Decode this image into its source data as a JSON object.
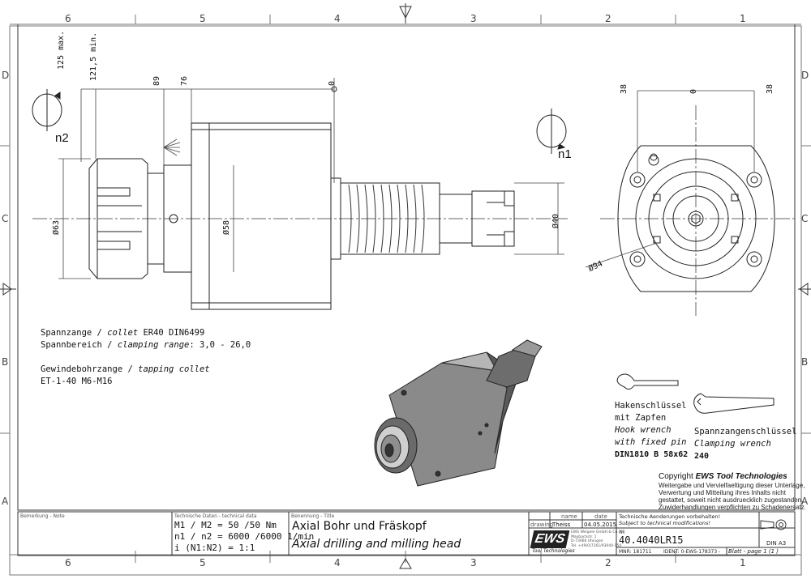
{
  "zones": {
    "top": [
      "6",
      "5",
      "4",
      "3",
      "2",
      "1"
    ],
    "side": [
      "D",
      "C",
      "B",
      "A"
    ]
  },
  "dims": {
    "d125": "125 max.",
    "d121": "121,5 min.",
    "d89": "89",
    "d76": "76",
    "d0": "0",
    "phi63": "Ø63",
    "phi58": "Ø58",
    "phi40": "Ø40",
    "phi94": "Ø94",
    "r38a": "38",
    "r0": "0",
    "r38b": "38",
    "n1": "n1",
    "n2": "n2"
  },
  "notes": {
    "collet_label": "Spannzange /",
    "collet_en": "collet",
    "collet_value": "ER40   DIN6499",
    "range_label": "Spannbereich /",
    "range_en": "clamping range",
    "range_value": ": 3,0 - 26,0",
    "tapping_label": "Gewindebohrzange /",
    "tapping_en": "tapping collet",
    "tapping_value": "ET-1-40  M6-M16"
  },
  "accessories": {
    "hook_de1": "Hakenschlüssel",
    "hook_de2": "mit Zapfen",
    "hook_en1": "Hook wrench",
    "hook_en2": "with fixed pin",
    "hook_code": "DIN1810 B 58x62",
    "clamp_de": "Spannzangenschlüssel",
    "clamp_en": "Clamping wrench",
    "clamp_code": "240"
  },
  "copyright": {
    "brand_prefix": "Copyright ",
    "brand": "EWS Tool Technologies",
    "line1": "Weitergabe und Vervielfaeltigung dieser Unterlage,",
    "line2": "Verwertung und Mitteilung ihres Inhalts nicht",
    "line3": "gestattet, soweit nicht ausdruecklich zugestanden.",
    "line4": "Zuwiderhandlungen verpflichten zu Schadenersatz."
  },
  "title_block": {
    "remark_label": "Bemerkung - Note",
    "tech_label": "Technische Daten - technical data",
    "tech1": "M1 / M2 = 50  /50  Nm",
    "tech2": "n1 / n2 = 6000 /6000  1/min",
    "tech3": "i  (N1:N2) = 1:1",
    "title_label": "Benennung - Title",
    "title_de": "Axial Bohr und Fräskopf",
    "title_en": "Axial drilling and milling head",
    "col_name": "name",
    "col_date": "date",
    "row_drawing": "drawing",
    "drawer": "Theiss",
    "date": "04.05.2015",
    "change_de": "Technische Aenderungen vorbehalten!",
    "change_en": "Subject to technical modifications!",
    "nr_label": "Nr.",
    "part_no": "40.4040LR15",
    "mnr": "MNR: 181711",
    "ident": "IDENT: 0-EWS-178373 -",
    "sheet": "Blatt - page  1 (1 )",
    "din": "DIN A3",
    "logo": "EWS",
    "logo_sub": "Tool Technologies",
    "addr1": "EWS Weigele GmbH & Co. KG",
    "addr2": "Maybachstr. 1",
    "addr3": "D-73066 Uhingen",
    "addr4": "Tel. +49(0)7161/93040-150"
  }
}
